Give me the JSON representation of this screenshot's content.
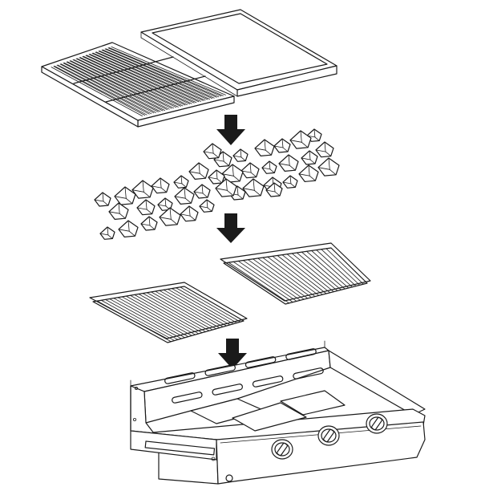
{
  "diagram": {
    "steps": [
      {
        "name": "grill-grate-and-griddle-plate"
      },
      {
        "name": "lava-rocks"
      },
      {
        "name": "rock-grates"
      },
      {
        "name": "burner-box"
      }
    ],
    "arrow_count": 3,
    "knob_count": 3,
    "colors": {
      "line": "#1a1a1a",
      "arrow": "#1a1a1a",
      "background": "#ffffff"
    }
  }
}
